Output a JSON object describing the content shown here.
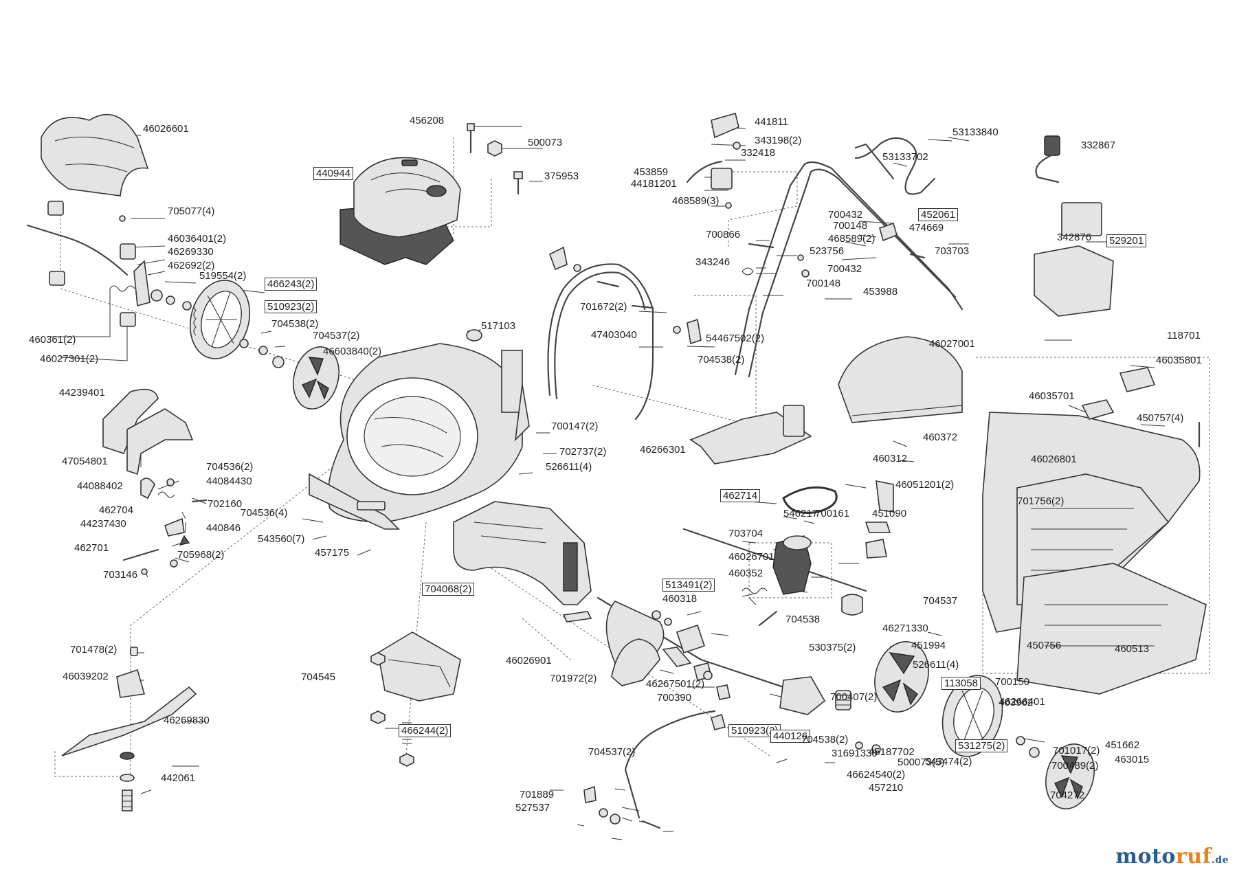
{
  "parts": [
    {
      "no": "46026601",
      "boxed": false
    },
    {
      "no": "456208",
      "boxed": false
    },
    {
      "no": "500073",
      "boxed": false
    },
    {
      "no": "440944",
      "boxed": true
    },
    {
      "no": "375953",
      "boxed": false
    },
    {
      "no": "705077(4)",
      "boxed": false
    },
    {
      "no": "46036401(2)",
      "boxed": false
    },
    {
      "no": "46269330",
      "boxed": false
    },
    {
      "no": "462692(2)",
      "boxed": false
    },
    {
      "no": "519554(2)",
      "boxed": false
    },
    {
      "no": "466243(2)",
      "boxed": true
    },
    {
      "no": "510923(2)",
      "boxed": true
    },
    {
      "no": "704538(2)",
      "boxed": false
    },
    {
      "no": "704537(2)",
      "boxed": false
    },
    {
      "no": "460361(2)",
      "boxed": false
    },
    {
      "no": "46027301(2)",
      "boxed": false
    },
    {
      "no": "46603840(2)",
      "boxed": false
    },
    {
      "no": "44239401",
      "boxed": false
    },
    {
      "no": "47054801",
      "boxed": false
    },
    {
      "no": "44088402",
      "boxed": false
    },
    {
      "no": "704536(2)",
      "boxed": false
    },
    {
      "no": "44084430",
      "boxed": false
    },
    {
      "no": "702160",
      "boxed": false
    },
    {
      "no": "462704",
      "boxed": false
    },
    {
      "no": "44237430",
      "boxed": false
    },
    {
      "no": "440846",
      "boxed": false
    },
    {
      "no": "462701",
      "boxed": false
    },
    {
      "no": "705968(2)",
      "boxed": false
    },
    {
      "no": "703146",
      "boxed": false
    },
    {
      "no": "517103",
      "boxed": false
    },
    {
      "no": "700147(2)",
      "boxed": false
    },
    {
      "no": "702737(2)",
      "boxed": false
    },
    {
      "no": "526611(4)",
      "boxed": false
    },
    {
      "no": "704536(4)",
      "boxed": false
    },
    {
      "no": "543560(7)",
      "boxed": false
    },
    {
      "no": "457175",
      "boxed": false
    },
    {
      "no": "441811",
      "boxed": false
    },
    {
      "no": "343198(2)",
      "boxed": false
    },
    {
      "no": "332418",
      "boxed": false
    },
    {
      "no": "453859",
      "boxed": false
    },
    {
      "no": "44181201",
      "boxed": false
    },
    {
      "no": "468589(3)",
      "boxed": false
    },
    {
      "no": "53133840",
      "boxed": false
    },
    {
      "no": "53133702",
      "boxed": false
    },
    {
      "no": "700432",
      "boxed": false
    },
    {
      "no": "452061",
      "boxed": true
    },
    {
      "no": "700148",
      "boxed": false
    },
    {
      "no": "474669",
      "boxed": false
    },
    {
      "no": "468589(2)",
      "boxed": false
    },
    {
      "no": "700866",
      "boxed": false
    },
    {
      "no": "523756",
      "boxed": false
    },
    {
      "no": "703703",
      "boxed": false
    },
    {
      "no": "343246",
      "boxed": false
    },
    {
      "no": "700432",
      "boxed": false
    },
    {
      "no": "700148",
      "boxed": false
    },
    {
      "no": "453988",
      "boxed": false
    },
    {
      "no": "701672(2)",
      "boxed": false
    },
    {
      "no": "47403040",
      "boxed": false
    },
    {
      "no": "54467502(2)",
      "boxed": false
    },
    {
      "no": "704538(2)",
      "boxed": false
    },
    {
      "no": "332867",
      "boxed": false
    },
    {
      "no": "529201",
      "boxed": true
    },
    {
      "no": "342876",
      "boxed": false
    },
    {
      "no": "46027001",
      "boxed": false
    },
    {
      "no": "118701",
      "boxed": false
    },
    {
      "no": "46035801",
      "boxed": false
    },
    {
      "no": "46035701",
      "boxed": false
    },
    {
      "no": "450757(4)",
      "boxed": false
    },
    {
      "no": "46026801",
      "boxed": false
    },
    {
      "no": "460372",
      "boxed": false
    },
    {
      "no": "460312",
      "boxed": false
    },
    {
      "no": "46051201(2)",
      "boxed": false
    },
    {
      "no": "46266301",
      "boxed": false
    },
    {
      "no": "462714",
      "boxed": true
    },
    {
      "no": "701756(2)",
      "boxed": false
    },
    {
      "no": "546217",
      "boxed": false
    },
    {
      "no": "700161",
      "boxed": false
    },
    {
      "no": "451090",
      "boxed": false
    },
    {
      "no": "703704",
      "boxed": false
    },
    {
      "no": "46026701",
      "boxed": false
    },
    {
      "no": "460352",
      "boxed": false
    },
    {
      "no": "704068(2)",
      "boxed": true
    },
    {
      "no": "513491(2)",
      "boxed": true
    },
    {
      "no": "460318",
      "boxed": false
    },
    {
      "no": "704537",
      "boxed": false
    },
    {
      "no": "704538",
      "boxed": false
    },
    {
      "no": "530375(2)",
      "boxed": false
    },
    {
      "no": "450756",
      "boxed": false
    },
    {
      "no": "460513",
      "boxed": false
    },
    {
      "no": "46271330",
      "boxed": false
    },
    {
      "no": "451994",
      "boxed": false
    },
    {
      "no": "701478(2)",
      "boxed": false
    },
    {
      "no": "46026901",
      "boxed": false
    },
    {
      "no": "701972(2)",
      "boxed": false
    },
    {
      "no": "46267501(2)",
      "boxed": false
    },
    {
      "no": "700390",
      "boxed": false
    },
    {
      "no": "526611(4)",
      "boxed": false
    },
    {
      "no": "46039202",
      "boxed": false
    },
    {
      "no": "700150",
      "boxed": false
    },
    {
      "no": "704545",
      "boxed": false
    },
    {
      "no": "700407(2)",
      "boxed": false
    },
    {
      "no": "463962",
      "boxed": false
    },
    {
      "no": "113058",
      "boxed": true
    },
    {
      "no": "46266401",
      "boxed": false
    },
    {
      "no": "46269830",
      "boxed": false
    },
    {
      "no": "466244(2)",
      "boxed": true
    },
    {
      "no": "510923(2)",
      "boxed": true
    },
    {
      "no": "440126",
      "boxed": true
    },
    {
      "no": "451662",
      "boxed": false
    },
    {
      "no": "463015",
      "boxed": false
    },
    {
      "no": "531275(2)",
      "boxed": true
    },
    {
      "no": "704538(2)",
      "boxed": false
    },
    {
      "no": "704537(2)",
      "boxed": false
    },
    {
      "no": "31691330",
      "boxed": false
    },
    {
      "no": "45187702",
      "boxed": false
    },
    {
      "no": "500073(5)",
      "boxed": false
    },
    {
      "no": "701017(2)",
      "boxed": false
    },
    {
      "no": "700489(2)",
      "boxed": false
    },
    {
      "no": "46624540(2)",
      "boxed": false
    },
    {
      "no": "457210",
      "boxed": false
    },
    {
      "no": "543474(2)",
      "boxed": false
    },
    {
      "no": "704272",
      "boxed": false
    },
    {
      "no": "442061",
      "boxed": false
    },
    {
      "no": "701889",
      "boxed": false
    },
    {
      "no": "527537",
      "boxed": false
    }
  ],
  "watermark": {
    "part1": "moto",
    "part2": "ruf",
    "tld": ".de"
  }
}
